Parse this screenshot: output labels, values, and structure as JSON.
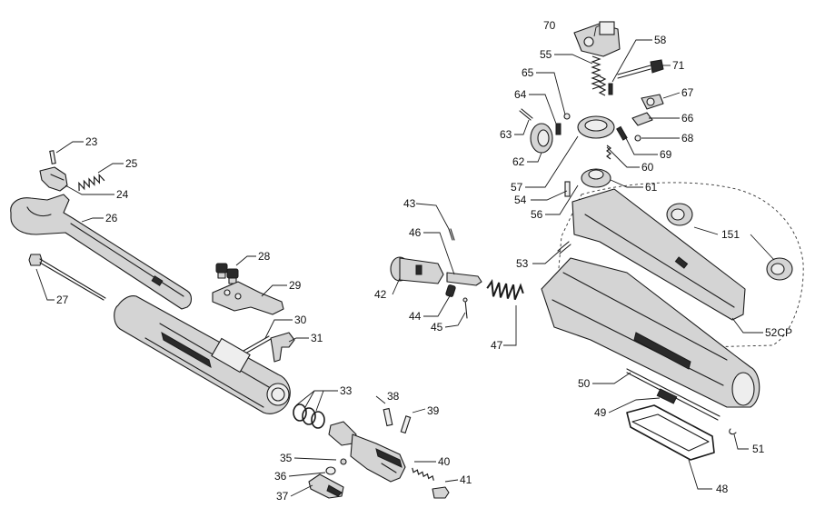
{
  "diagram": {
    "callouts": [
      {
        "id": "c23",
        "label": "23"
      },
      {
        "id": "c24",
        "label": "24"
      },
      {
        "id": "c25",
        "label": "25"
      },
      {
        "id": "c26",
        "label": "26"
      },
      {
        "id": "c27",
        "label": "27"
      },
      {
        "id": "c28",
        "label": "28"
      },
      {
        "id": "c29",
        "label": "29"
      },
      {
        "id": "c30",
        "label": "30"
      },
      {
        "id": "c31",
        "label": "31"
      },
      {
        "id": "c33",
        "label": "33"
      },
      {
        "id": "c35",
        "label": "35"
      },
      {
        "id": "c36",
        "label": "36"
      },
      {
        "id": "c37",
        "label": "37"
      },
      {
        "id": "c38",
        "label": "38"
      },
      {
        "id": "c39",
        "label": "39"
      },
      {
        "id": "c40",
        "label": "40"
      },
      {
        "id": "c41",
        "label": "41"
      },
      {
        "id": "c42",
        "label": "42"
      },
      {
        "id": "c43",
        "label": "43"
      },
      {
        "id": "c44",
        "label": "44"
      },
      {
        "id": "c45",
        "label": "45"
      },
      {
        "id": "c46",
        "label": "46"
      },
      {
        "id": "c47",
        "label": "47"
      },
      {
        "id": "c48",
        "label": "48"
      },
      {
        "id": "c49",
        "label": "49"
      },
      {
        "id": "c50",
        "label": "50"
      },
      {
        "id": "c51",
        "label": "51"
      },
      {
        "id": "c52",
        "label": "52CP"
      },
      {
        "id": "c53",
        "label": "53"
      },
      {
        "id": "c54",
        "label": "54"
      },
      {
        "id": "c55",
        "label": "55"
      },
      {
        "id": "c56",
        "label": "56"
      },
      {
        "id": "c57",
        "label": "57"
      },
      {
        "id": "c58",
        "label": "58"
      },
      {
        "id": "c60",
        "label": "60"
      },
      {
        "id": "c61",
        "label": "61"
      },
      {
        "id": "c62",
        "label": "62"
      },
      {
        "id": "c63",
        "label": "63"
      },
      {
        "id": "c64",
        "label": "64"
      },
      {
        "id": "c65",
        "label": "65"
      },
      {
        "id": "c66",
        "label": "66"
      },
      {
        "id": "c67",
        "label": "67"
      },
      {
        "id": "c68",
        "label": "68"
      },
      {
        "id": "c69",
        "label": "69"
      },
      {
        "id": "c70",
        "label": "70"
      },
      {
        "id": "c71",
        "label": "71"
      },
      {
        "id": "c151",
        "label": "151"
      }
    ]
  }
}
